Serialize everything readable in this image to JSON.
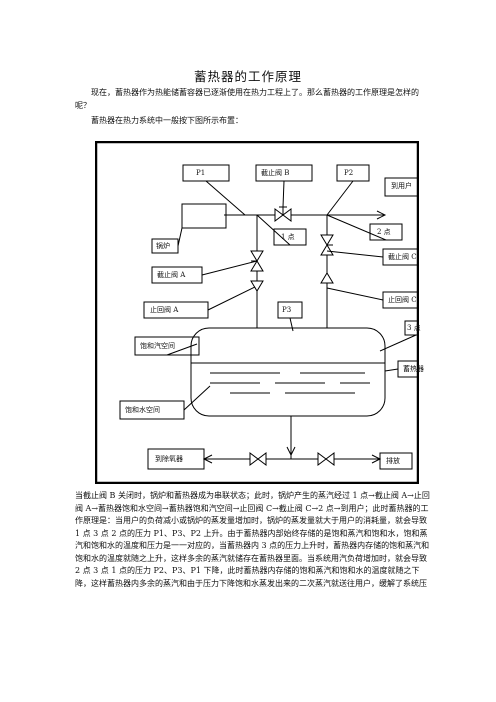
{
  "document": {
    "title": "蓄热器的工作原理",
    "intro": "现在，蓄热器作为热能储蓄容器已逐渐使用在热力工程上了。那么蓄热器的工作原理是怎样的呢？",
    "diagram_intro": "蓄热器在热力系统中一般按下图所示布置：",
    "body": "当截止阀 B 关闭时，锅炉和蓄热器成为串联状态；此时，锅炉产生的蒸汽经过 1 点→截止阀 A→止回阀 A→蓄热器饱和水空间→蓄热器饱和汽空间→止回阀 C→截止阀 C→2 点→到用户；此时蓄热器的工作原理是：当用户的负荷减小或锅炉的蒸发量增加时，锅炉的蒸发量就大于用户的消耗量，就会导致 1 点 3 点 2 点的压力 P1、P3、P2 上升。由于蓄热器内部始终存储的是饱和蒸汽和饱和水，饱和蒸汽和饱和水的温度和压力是一一对应的，当蓄热器内 3 点的压力上升时，蓄热器内存储的饱和蒸汽和饱和水的温度就随之上升，这样多余的蒸汽就储存在蓄热器里面。当系统用汽负荷增加时，就会导致 2 点 3 点 1 点的压力 P2、P3、P1 下降，此时蓄热器内存储的饱和蒸汽和饱和水的温度就随之下降，这样蓄热器内多余的蒸汽和由于压力下降饱和水蒸发出来的二次蒸汽就送往用户，缓解了系统压"
  },
  "diagram": {
    "p1": "P1",
    "valve_b": "截止阀 B",
    "p2": "P2",
    "to_user": "到用户",
    "point1": "1 点",
    "point2": "2 点",
    "boiler": "锅炉",
    "valve_a": "截止阀 A",
    "valve_c": "截止阀 C",
    "check_a": "止回阀 A",
    "p3": "P3",
    "check_c": "止回阀 C",
    "point3": "3 点",
    "steam_space": "饱和汽空间",
    "accumulator": "蓄热器",
    "water_space": "饱和水空间",
    "deaerator": "到除氧器",
    "drain": "排放"
  }
}
